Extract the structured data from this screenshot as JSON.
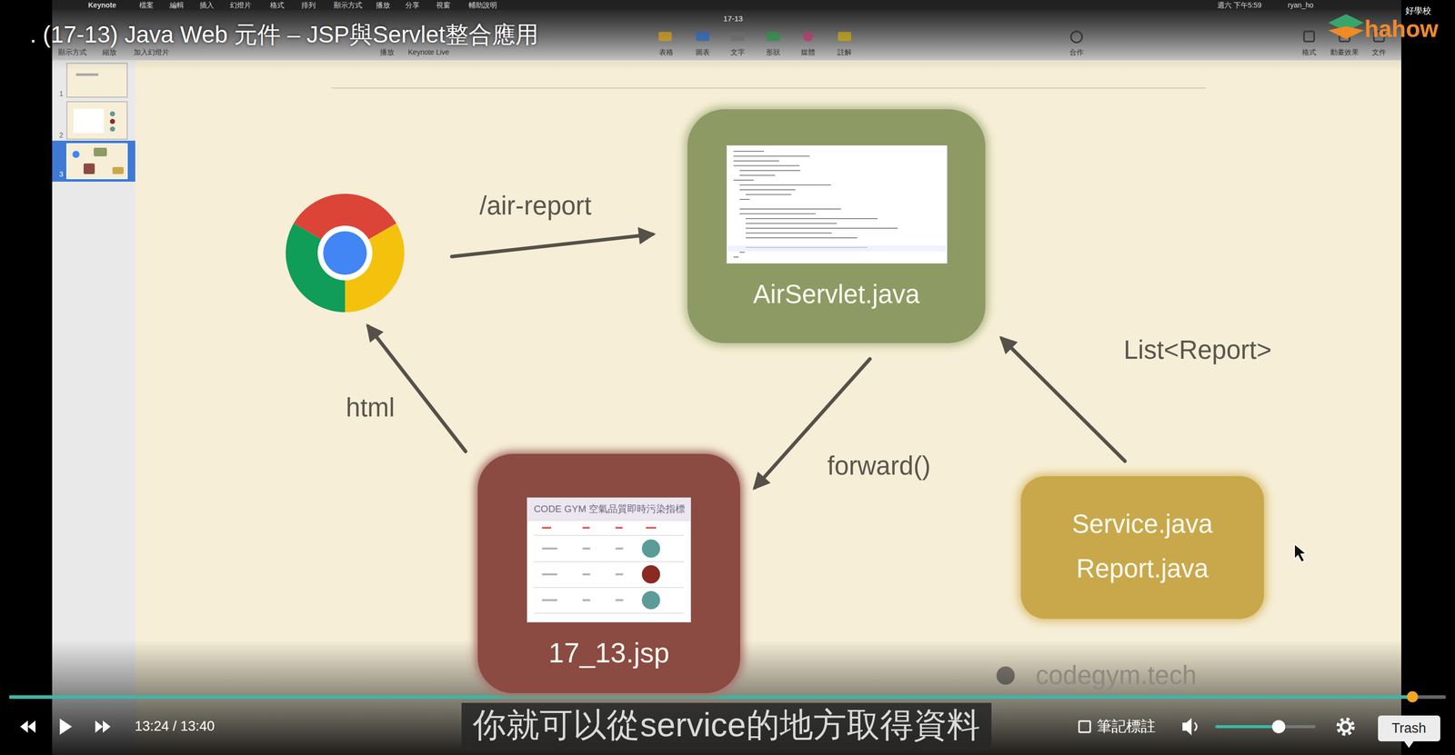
{
  "diagram": {
    "title": ". (17-13) Java Web 元件 – JSP與Servlet整合應用",
    "caption": "你就可以從service的地方取得資料",
    "nodes": [
      {
        "text": [
          "AirServlet.java"
        ]
      },
      {
        "text": [
          "17_13.jsp"
        ]
      },
      {
        "text": [
          "Service.java",
          "Report.java"
        ]
      }
    ],
    "edges": [
      {
        "from": 0,
        "to": 1,
        "label": "forward()",
        "arrow": "to"
      },
      {
        "from": 2,
        "to": 0,
        "label": "List<Report>",
        "arrow": "to"
      }
    ],
    "labels": [
      "Keynote",
      "檔案",
      "編輯",
      "插入",
      "幻燈片",
      "格式",
      "排列",
      "顯示方式",
      "播放",
      "分享",
      "視窗",
      "輔助說明",
      "週六 下午5:59",
      "ryan_ho",
      "17-13",
      "好學校",
      "hahow",
      "顯示方式",
      "縮放",
      "加入幻燈片",
      "播放",
      "Keynote Live",
      "表格",
      "圖表",
      "文字",
      "形狀",
      "媒體",
      "註解",
      "合作",
      "格式",
      "動畫效果",
      "文件",
      "1",
      "2",
      "3",
      "/air-report",
      "html",
      "CODE GYM 空氣品質即時污染指標",
      "codegym.tech",
      "13:24 / 13:40",
      "筆記標註",
      "Trash"
    ]
  }
}
